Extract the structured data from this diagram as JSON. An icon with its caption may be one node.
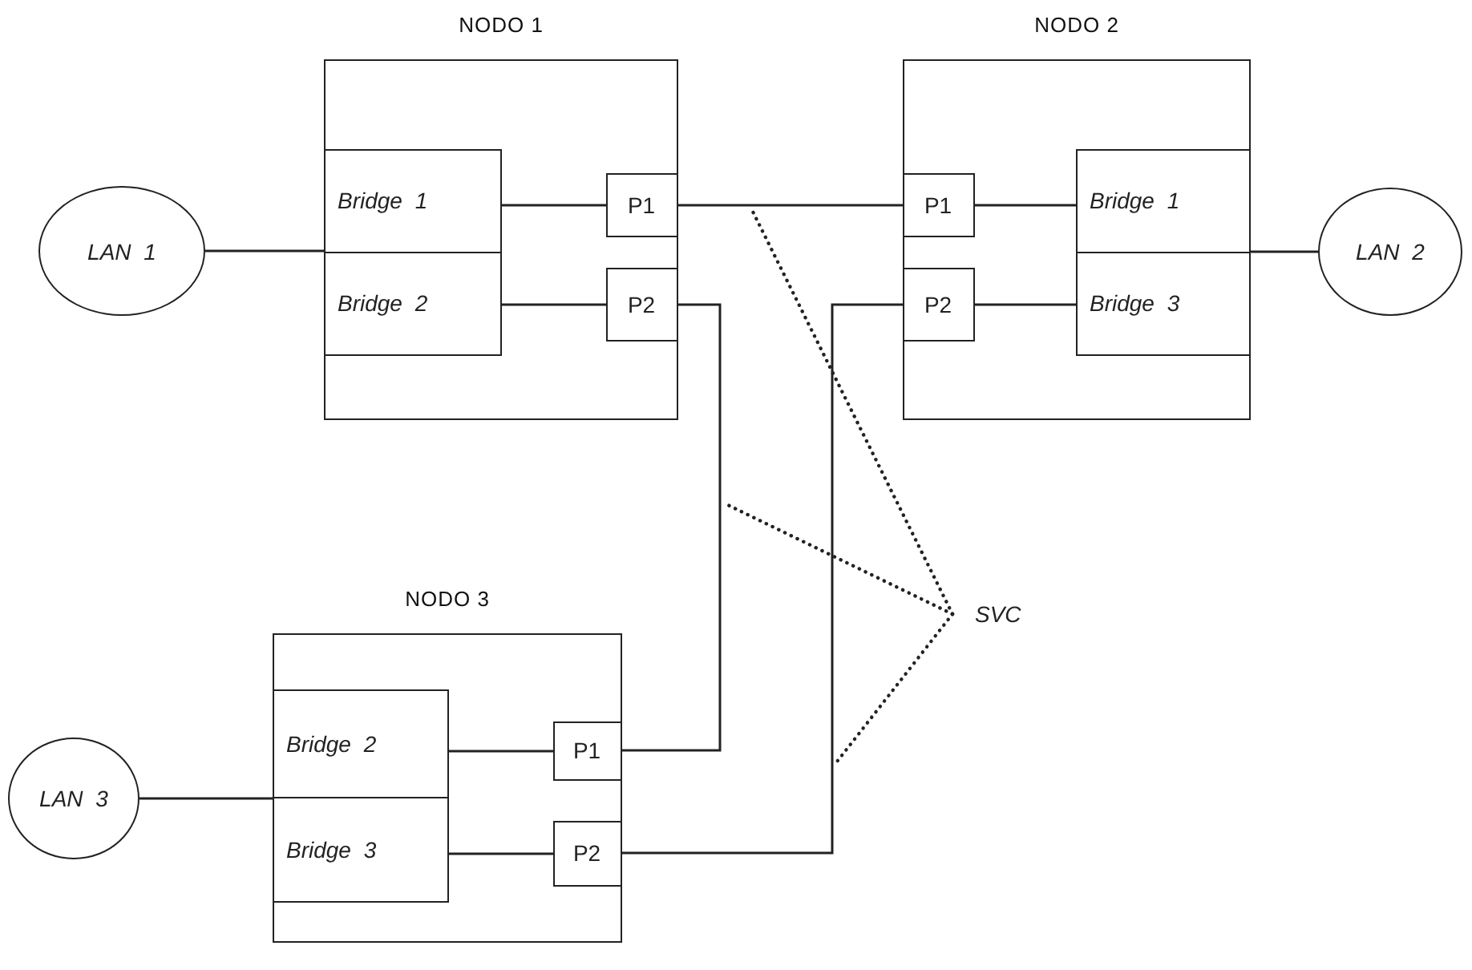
{
  "diagram": {
    "nodes": [
      {
        "text": [
          "NODO 1"
        ]
      },
      {
        "text": [
          "Bridge 1"
        ],
        "in": 0
      },
      {
        "text": [
          "Bridge 2"
        ],
        "in": 0
      },
      {
        "text": [
          "P1"
        ],
        "in": 0
      },
      {
        "text": [
          "P2"
        ],
        "in": 0
      },
      {
        "text": [
          "LAN 1"
        ]
      },
      {
        "text": [
          "NODO 2"
        ]
      },
      {
        "text": [
          "P1"
        ],
        "in": 6
      },
      {
        "text": [
          "P2"
        ],
        "in": 6
      },
      {
        "text": [
          "Bridge 1"
        ],
        "in": 6
      },
      {
        "text": [
          "Bridge 3"
        ],
        "in": 6
      },
      {
        "text": [
          "LAN 2"
        ]
      },
      {
        "text": [
          "NODO 3"
        ]
      },
      {
        "text": [
          "Bridge 2"
        ],
        "in": 12
      },
      {
        "text": [
          "Bridge 3"
        ],
        "in": 12
      },
      {
        "text": [
          "P1"
        ],
        "in": 12
      },
      {
        "text": [
          "P2"
        ],
        "in": 12
      },
      {
        "text": [
          "LAN 3"
        ]
      },
      {
        "text": [
          "SVC"
        ]
      }
    ],
    "edges": [
      {
        "from": 5,
        "to": 0,
        "arrow": "none"
      },
      {
        "from": 1,
        "to": 3,
        "arrow": "none"
      },
      {
        "from": 2,
        "to": 4,
        "arrow": "none"
      },
      {
        "from": 3,
        "to": 7,
        "arrow": "none"
      },
      {
        "from": 7,
        "to": 9,
        "arrow": "none"
      },
      {
        "from": 8,
        "to": 10,
        "arrow": "none"
      },
      {
        "from": 6,
        "to": 11,
        "arrow": "none"
      },
      {
        "from": 4,
        "to": 15,
        "arrow": "none"
      },
      {
        "from": 8,
        "to": 16,
        "arrow": "none"
      },
      {
        "from": 13,
        "to": 15,
        "arrow": "none"
      },
      {
        "from": 14,
        "to": 16,
        "arrow": "none"
      },
      {
        "from": 17,
        "to": 12,
        "arrow": "none"
      },
      {
        "from": 18,
        "to": null,
        "arrow": "none",
        "style": "dashed"
      },
      {
        "from": 18,
        "to": null,
        "arrow": "none",
        "style": "dashed"
      },
      {
        "from": 18,
        "to": null,
        "arrow": "none",
        "style": "dashed"
      }
    ]
  }
}
